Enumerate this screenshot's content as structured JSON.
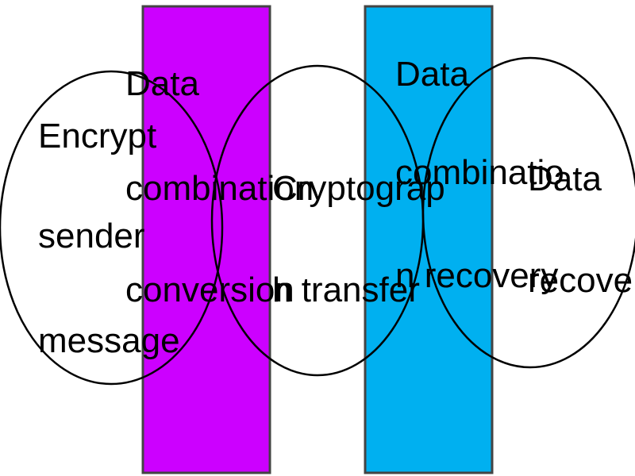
{
  "colors": {
    "band_left": "#CC00FF",
    "band_right": "#00B0F0",
    "band_border": "#444444",
    "stroke": "#000000",
    "background": "#FFFFFF"
  },
  "bands": [
    {
      "name": "band-left",
      "color_key": "band_left"
    },
    {
      "name": "band-right",
      "color_key": "band_right"
    }
  ],
  "labels": {
    "encrypt": [
      "Encrypt",
      "sender",
      "message"
    ],
    "combination_conversion": [
      "Data",
      "combination",
      "conversion"
    ],
    "crypto_transfer": [
      "Cryptograp",
      "h transfer"
    ],
    "combination_recovery": [
      "Data",
      "combinatio",
      "n recovery"
    ],
    "data_recovery": [
      "Data",
      "recovery"
    ]
  }
}
